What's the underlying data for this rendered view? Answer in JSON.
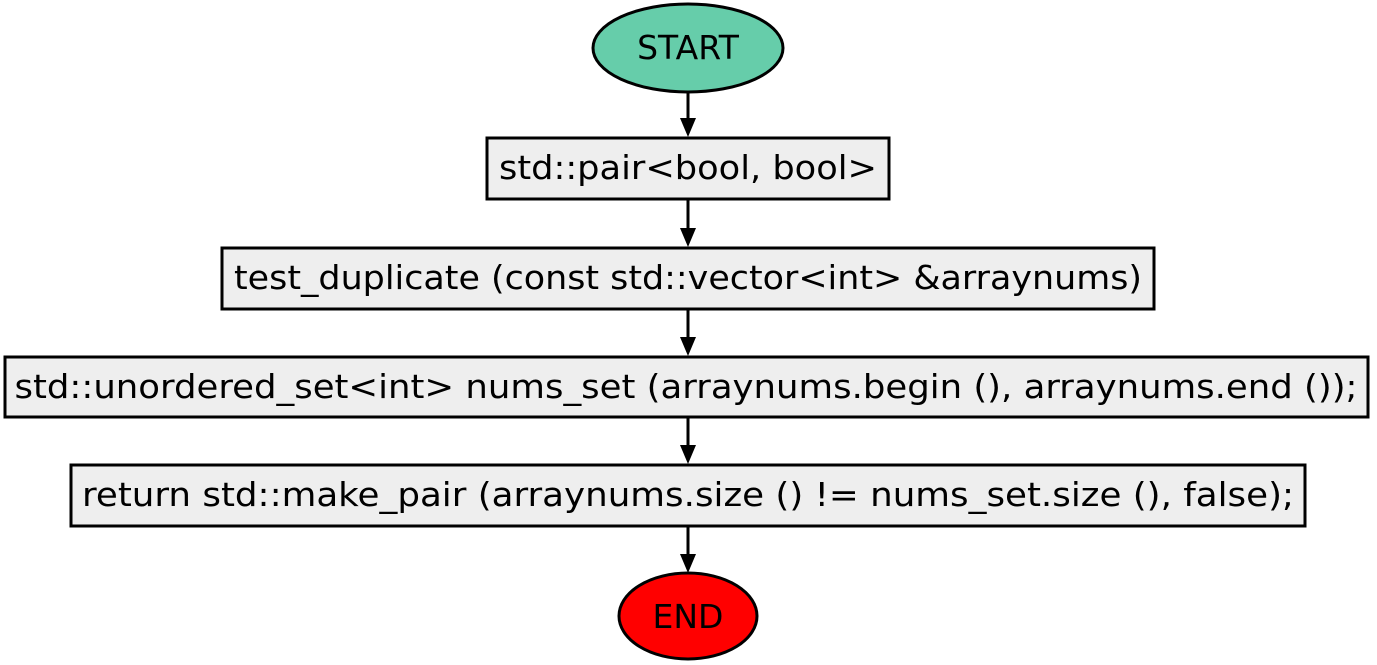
{
  "diagram": {
    "nodes": [
      {
        "id": "start",
        "shape": "ellipse",
        "label": "START",
        "fill": "#66cdaa"
      },
      {
        "id": "decl",
        "shape": "rect",
        "label": "std::pair<bool, bool>",
        "fill": "#eeeeee"
      },
      {
        "id": "sig",
        "shape": "rect",
        "label": "test_duplicate (const std::vector<int> &arraynums)",
        "fill": "#eeeeee"
      },
      {
        "id": "set",
        "shape": "rect",
        "label": "std::unordered_set<int> nums_set (arraynums.begin (), arraynums.end ());",
        "fill": "#eeeeee"
      },
      {
        "id": "ret",
        "shape": "rect",
        "label": "return std::make_pair (arraynums.size () != nums_set.size (), false);",
        "fill": "#eeeeee"
      },
      {
        "id": "end",
        "shape": "ellipse",
        "label": "END",
        "fill": "#ff0000"
      }
    ],
    "edges": [
      {
        "from": "start",
        "to": "decl"
      },
      {
        "from": "decl",
        "to": "sig"
      },
      {
        "from": "sig",
        "to": "set"
      },
      {
        "from": "set",
        "to": "ret"
      },
      {
        "from": "ret",
        "to": "end"
      }
    ],
    "stroke_color": "#000000"
  }
}
